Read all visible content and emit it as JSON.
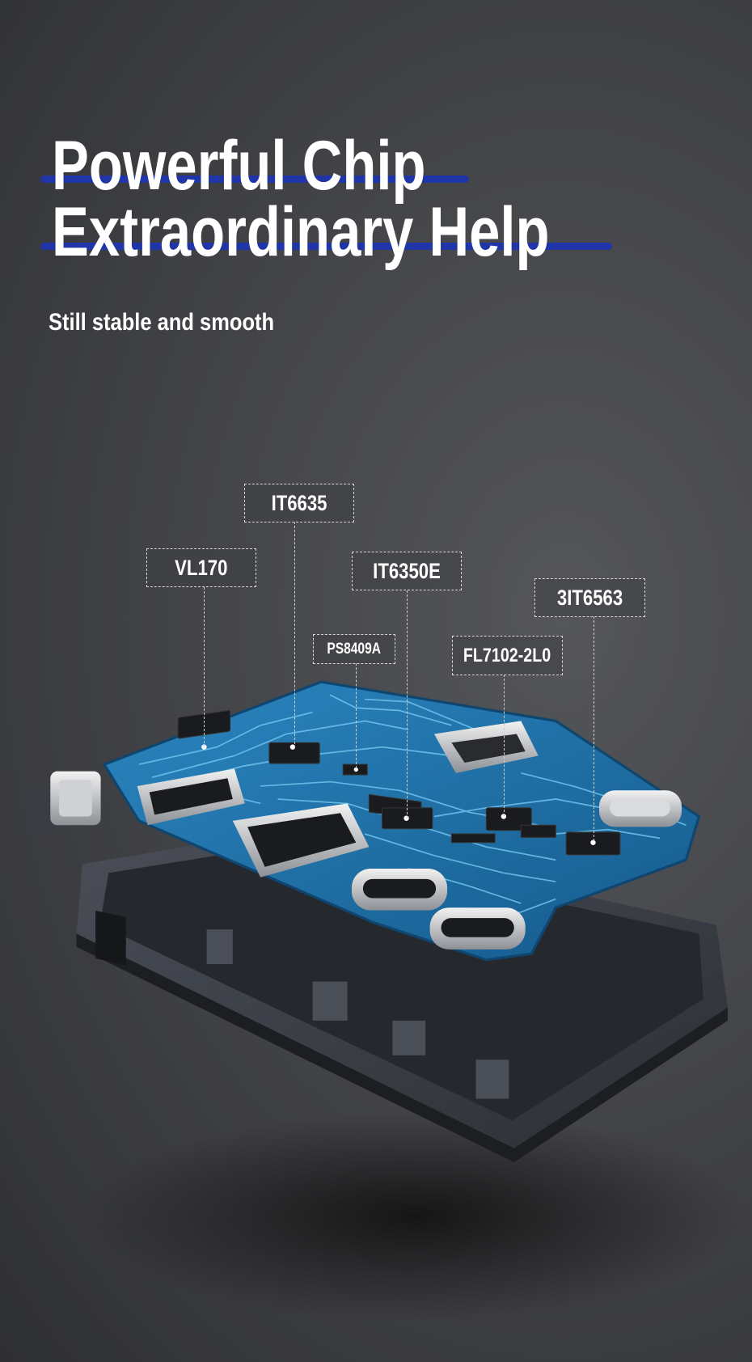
{
  "headline": {
    "line1": "Powerful Chip",
    "line2": "Extraordinary Help",
    "accent_color": "#1f35a8"
  },
  "subtitle": "Still stable and smooth",
  "chip_labels": [
    {
      "id": "vl170",
      "text": "VL170"
    },
    {
      "id": "it6635",
      "text": "IT6635"
    },
    {
      "id": "it6350e",
      "text": "IT6350E"
    },
    {
      "id": "ps8409a",
      "text": "PS8409A"
    },
    {
      "id": "fl7102",
      "text": "FL7102-2L0"
    },
    {
      "id": "3it6563",
      "text": "3IT6563"
    }
  ],
  "colors": {
    "pcb": "#1d6ea6",
    "trace": "#6fc3ee",
    "housing": "#3a3d44"
  }
}
